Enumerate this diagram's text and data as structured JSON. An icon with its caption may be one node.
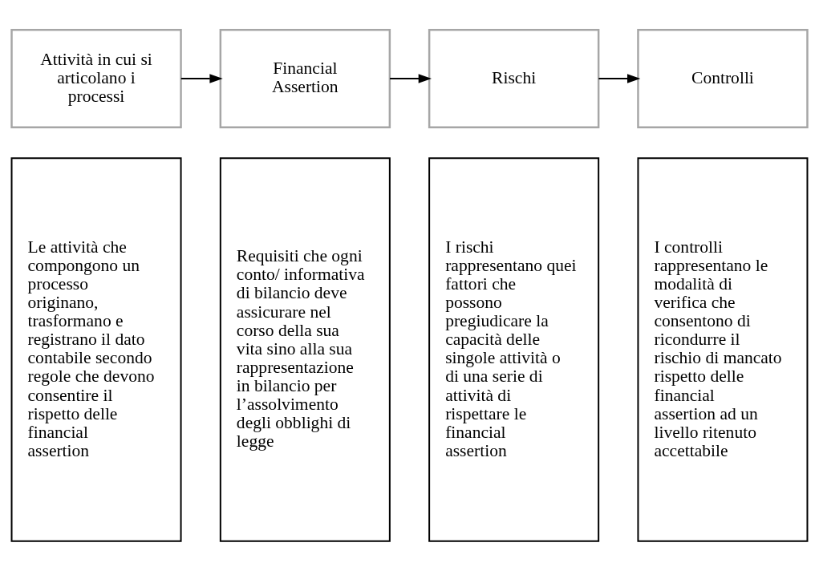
{
  "diagram": {
    "nodes": [
      {
        "text": [
          "Attività in cui si articolano i processi"
        ]
      },
      {
        "text": [
          "Financial Assertion"
        ]
      },
      {
        "text": [
          "Rischi"
        ]
      },
      {
        "text": [
          "Controlli"
        ]
      },
      {
        "text": [
          "Le attività che compongono un processo originano, trasformano e registrano il dato contabile secondo regole che devono consentire il rispetto delle financial assertion"
        ]
      },
      {
        "text": [
          "Requisiti che ogni conto/ informativa di bilancio deve assicurare nel corso della sua vita sino alla sua rappresentazione in bilancio per l’assolvimento degli obblighi di legge"
        ]
      },
      {
        "text": [
          "I rischi rappresentano quei fattori che possono pregiudicare la capacità delle singole attività o di una serie di attività di rispettare le financial assertion"
        ]
      },
      {
        "text": [
          "I controlli rappresentano le modalità di verifica che consentono di ricondurre il rischio di mancato rispetto delle financial assertion ad un livello ritenuto accettabile"
        ]
      }
    ],
    "edges": [
      {
        "from": 0,
        "to": 1,
        "arrow": "to"
      },
      {
        "from": 1,
        "to": 2,
        "arrow": "to"
      },
      {
        "from": 2,
        "to": 3,
        "arrow": "to"
      }
    ]
  }
}
